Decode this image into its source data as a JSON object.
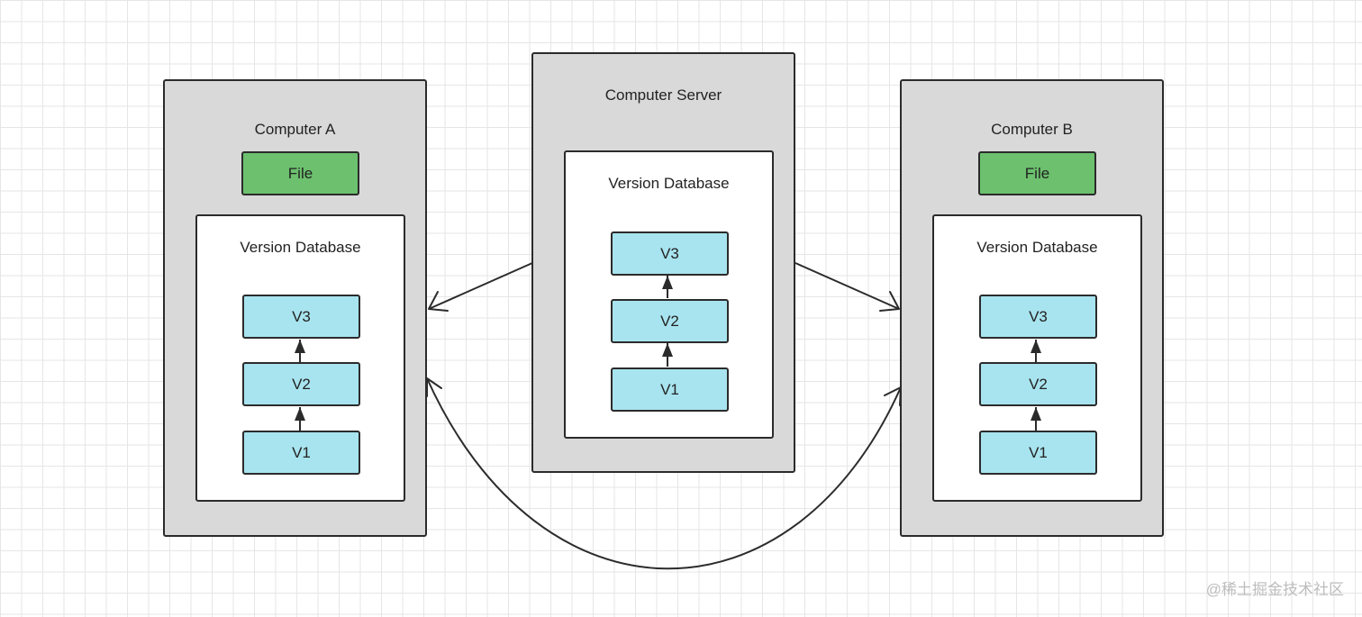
{
  "computers": {
    "a": {
      "title": "Computer A",
      "file_label": "File",
      "database": {
        "title": "Version Database",
        "versions": [
          "V3",
          "V2",
          "V1"
        ]
      }
    },
    "server": {
      "title": "Computer Server",
      "database": {
        "title": "Version Database",
        "versions": [
          "V3",
          "V2",
          "V1"
        ]
      }
    },
    "b": {
      "title": "Computer B",
      "file_label": "File",
      "database": {
        "title": "Version Database",
        "versions": [
          "V3",
          "V2",
          "V1"
        ]
      }
    }
  },
  "watermark": "@稀土掘金技术社区",
  "colors": {
    "computer_fill": "#d9d9d9",
    "file_fill": "#6cc06e",
    "version_fill": "#a8e4ef",
    "database_fill": "#ffffff",
    "stroke": "#2b2b2b"
  }
}
